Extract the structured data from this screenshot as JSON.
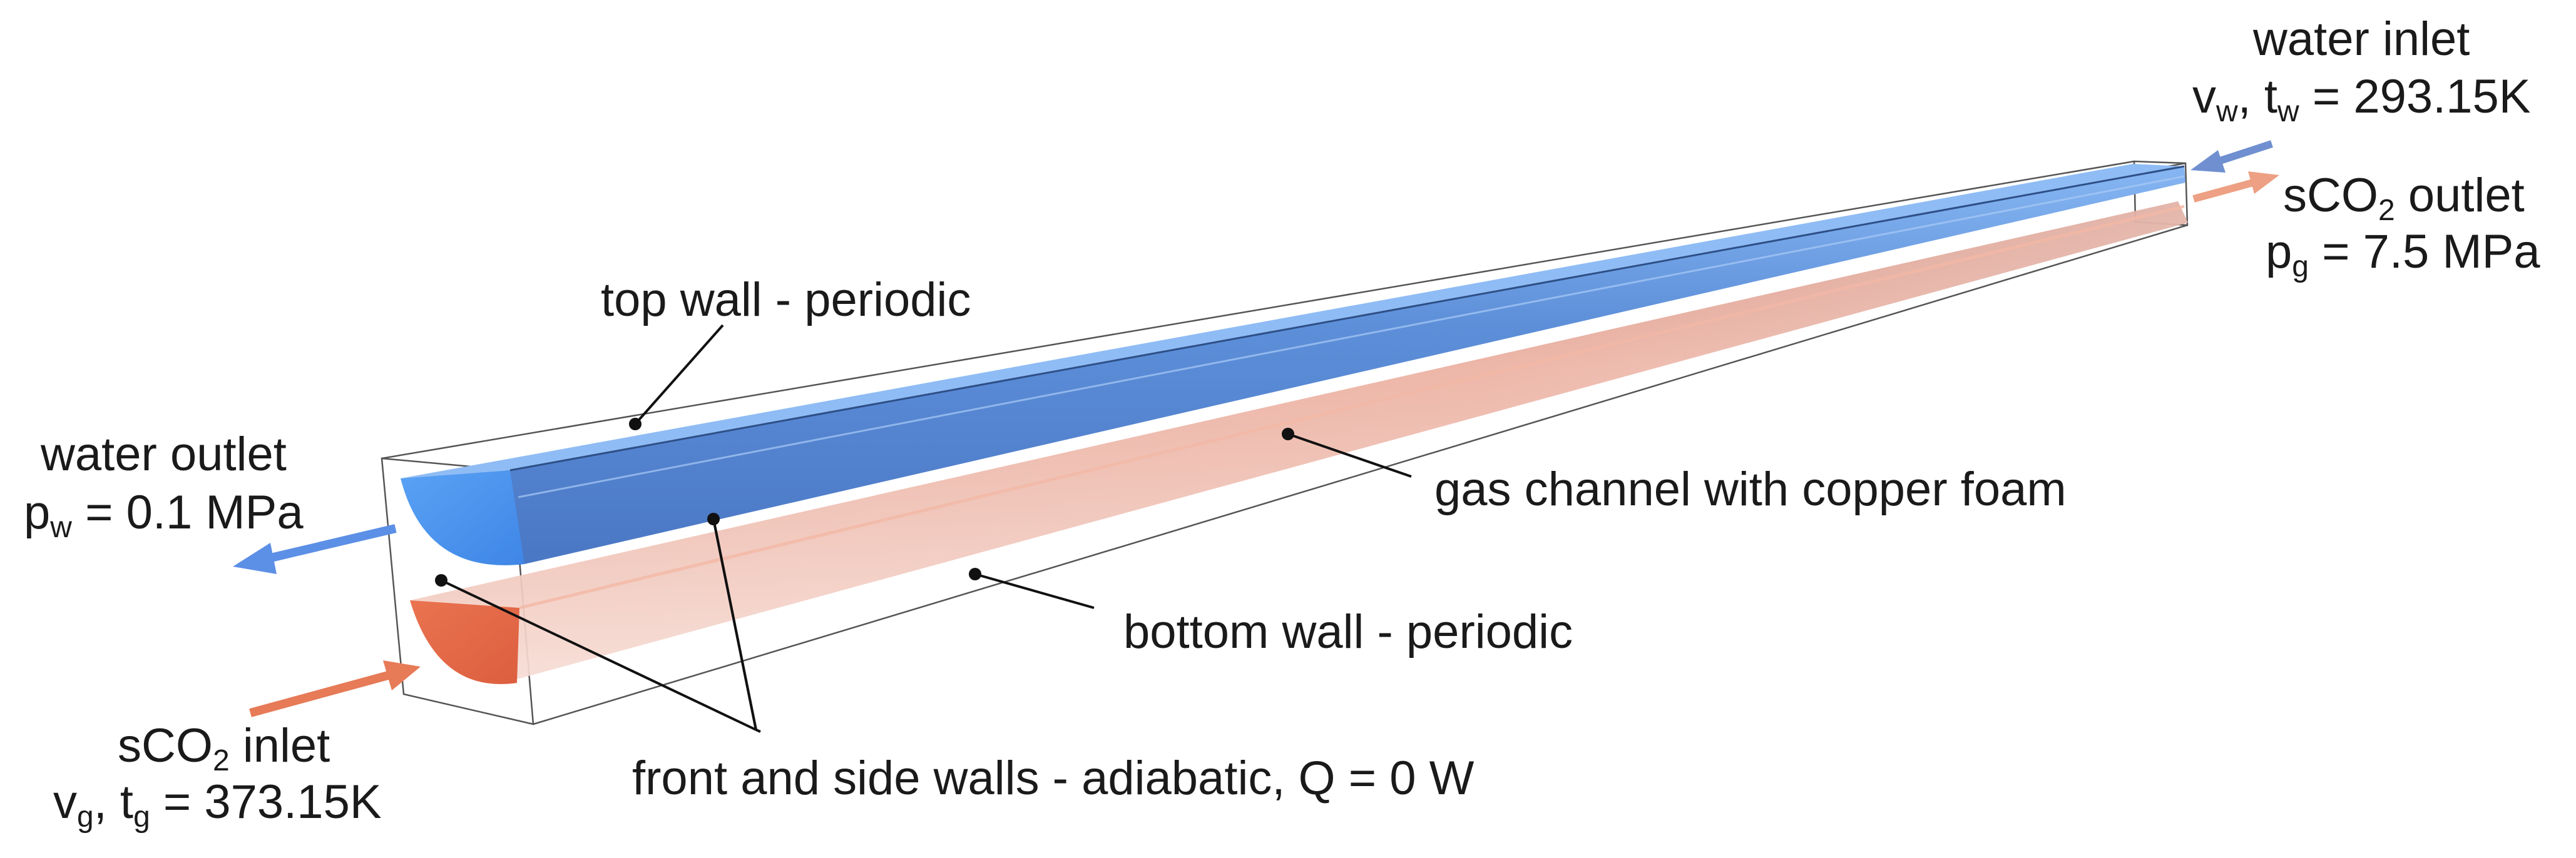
{
  "colors": {
    "water": "#4f93ee",
    "water_dark": "#3f73c9",
    "gas": "#e56c4c",
    "gas_light": "#efa993",
    "arrow_water": "#5c8fe6",
    "arrow_gas": "#e77a57",
    "arrow_water_in": "#6f8fd0",
    "arrow_gas_out": "#eda083",
    "box_edge": "#555555",
    "leader": "#111111"
  },
  "labels": {
    "top_wall": "top wall - periodic",
    "gas_channel": "gas channel with copper foam",
    "bottom_wall": "bottom wall - periodic",
    "front_side_walls": "front and side walls - adiabatic, Q = 0 W",
    "water_outlet": {
      "title": "water outlet",
      "p": "p",
      "p_sub": "w",
      "p_value": " = 0.1 MPa"
    },
    "sco2_inlet": {
      "pre": "sCO",
      "sub2": "2",
      "post": " inlet",
      "v": "v",
      "v_sub": "g",
      "sep": ", t",
      "t_sub": "g",
      "value": " = 373.15K"
    },
    "water_inlet": {
      "title": "water inlet",
      "v": "v",
      "v_sub": "w",
      "sep": ", t",
      "t_sub": "w",
      "value": " = 293.15K"
    },
    "sco2_outlet": {
      "pre": "sCO",
      "sub2": "2",
      "post": " outlet",
      "p": "p",
      "p_sub": "g",
      "p_value": " = 7.5 MPa"
    }
  }
}
